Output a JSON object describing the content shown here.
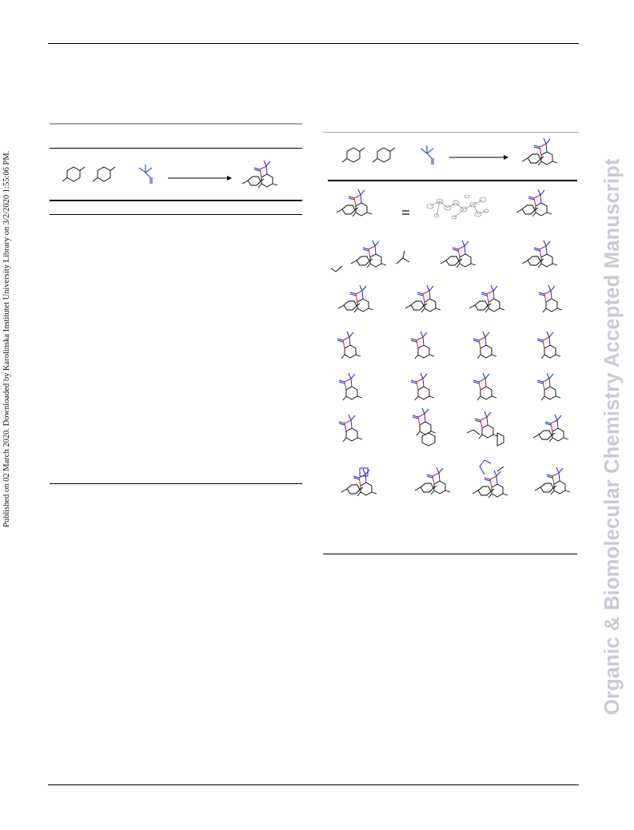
{
  "publication_note": "Published on 02 March 2020. Downloaded by Karolinska Institutet University Library on 3/2/2020 1:55:06 PM.",
  "journal_watermark": "Organic & Biomolecular Chemistry Accepted Manuscript",
  "figures": {
    "left_scheme": {
      "structures": [
        "aryl-reactant-pair",
        "alkene-reagent",
        "reaction-arrow",
        "product-indoline"
      ]
    },
    "right_table": {
      "structures": [
        "aryl-reactant-pair",
        "alkene-reagent",
        "reaction-arrow",
        "product-indoline"
      ],
      "substrate_rows": 7,
      "x_ray_structure": "thermal-ellipsoid-plot"
    }
  }
}
